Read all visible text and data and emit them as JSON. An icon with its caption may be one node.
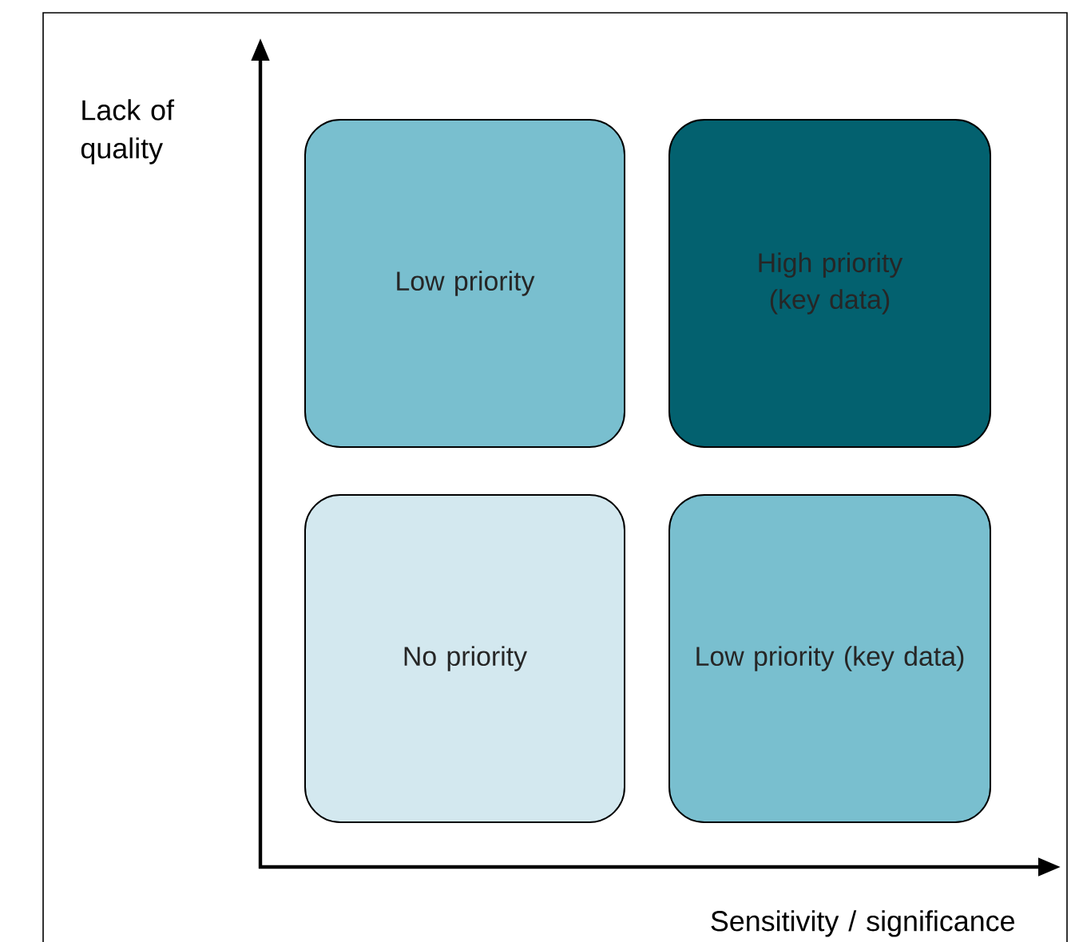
{
  "diagram": {
    "nodes": [
      {
        "text": [
          "Low priority"
        ]
      },
      {
        "text": [
          "High priority (key data)"
        ]
      },
      {
        "text": [
          "No priority"
        ]
      },
      {
        "text": [
          "Low priority (key data)"
        ]
      }
    ],
    "labels": [
      "Lack of quality",
      "Sensitivity / significance"
    ]
  }
}
